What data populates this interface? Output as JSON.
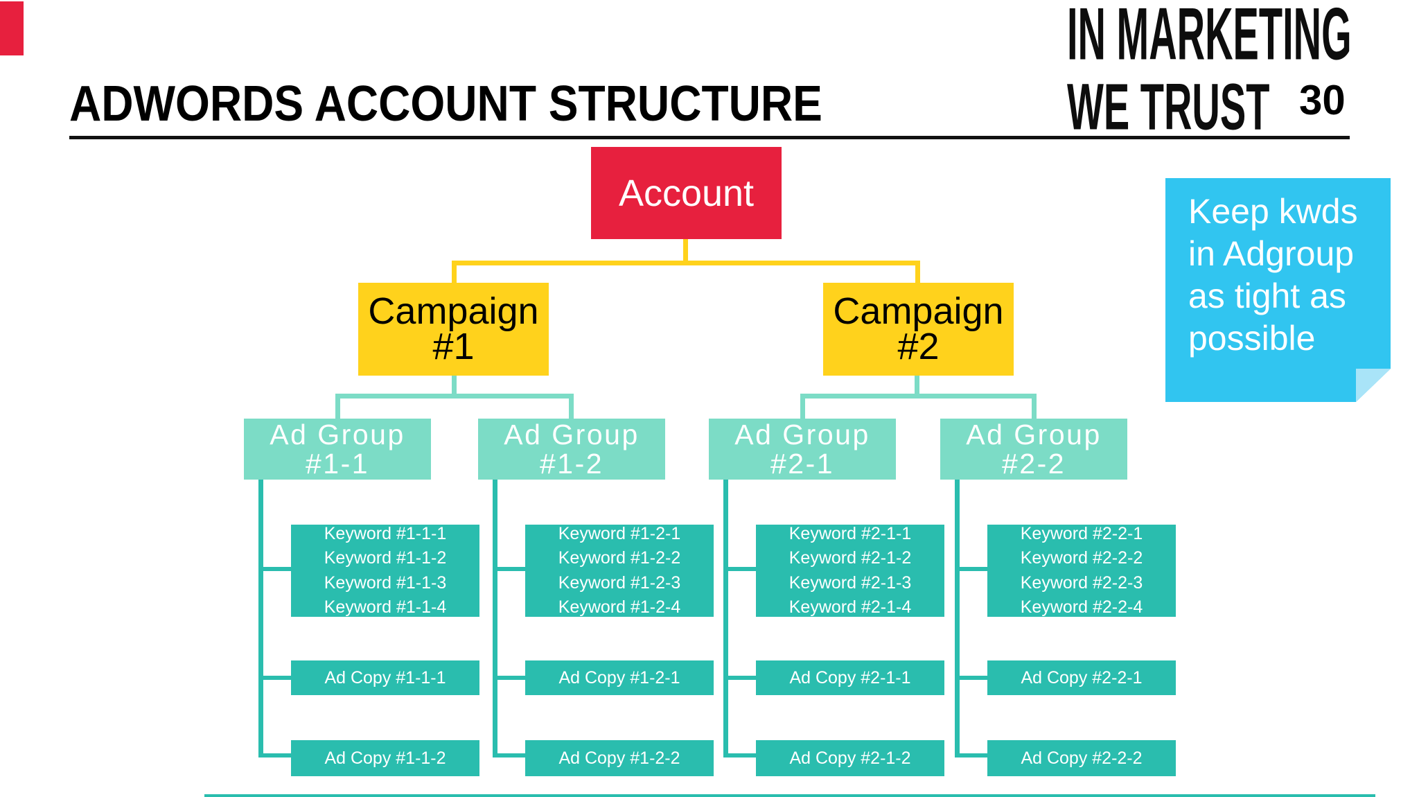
{
  "slide": {
    "title": "ADWORDS ACCOUNT STRUCTURE",
    "page_number": "30",
    "logo": {
      "line1": "IN MARKETING",
      "line2": "WE TRUST"
    }
  },
  "diagram": {
    "account": {
      "label": "Account"
    },
    "campaigns": [
      {
        "line1": "Campaign",
        "line2": "#1"
      },
      {
        "line1": "Campaign",
        "line2": "#2"
      }
    ],
    "ad_groups": [
      {
        "line1": "Ad Group",
        "line2": "#1-1",
        "keywords": [
          "Keyword #1-1-1",
          "Keyword #1-1-2",
          "Keyword #1-1-3",
          "Keyword #1-1-4"
        ],
        "ad_copies": [
          "Ad Copy #1-1-1",
          "Ad Copy #1-1-2"
        ]
      },
      {
        "line1": "Ad Group",
        "line2": "#1-2",
        "keywords": [
          "Keyword #1-2-1",
          "Keyword #1-2-2",
          "Keyword #1-2-3",
          "Keyword #1-2-4"
        ],
        "ad_copies": [
          "Ad Copy #1-2-1",
          "Ad Copy #1-2-2"
        ]
      },
      {
        "line1": "Ad Group",
        "line2": "#2-1",
        "keywords": [
          "Keyword #2-1-1",
          "Keyword #2-1-2",
          "Keyword #2-1-3",
          "Keyword #2-1-4"
        ],
        "ad_copies": [
          "Ad Copy #2-1-1",
          "Ad Copy #2-1-2"
        ]
      },
      {
        "line1": "Ad Group",
        "line2": "#2-2",
        "keywords": [
          "Keyword #2-2-1",
          "Keyword #2-2-2",
          "Keyword #2-2-3",
          "Keyword #2-2-4"
        ],
        "ad_copies": [
          "Ad Copy #2-2-1",
          "Ad Copy #2-2-2"
        ]
      }
    ]
  },
  "sticky_note": {
    "lines": [
      "Keep kwds",
      "in Adgroup",
      "as tight as",
      "possible"
    ]
  },
  "colors": {
    "account_red": "#E7203E",
    "campaign_yellow": "#FFD21C",
    "adgroup_mint": "#7CDCC6",
    "keyword_teal": "#2ABDAE",
    "note_cyan": "#31C5F0",
    "note_fold": "#A9E4F8",
    "text_dark": "#000000",
    "text_light": "#FFFFFF"
  }
}
